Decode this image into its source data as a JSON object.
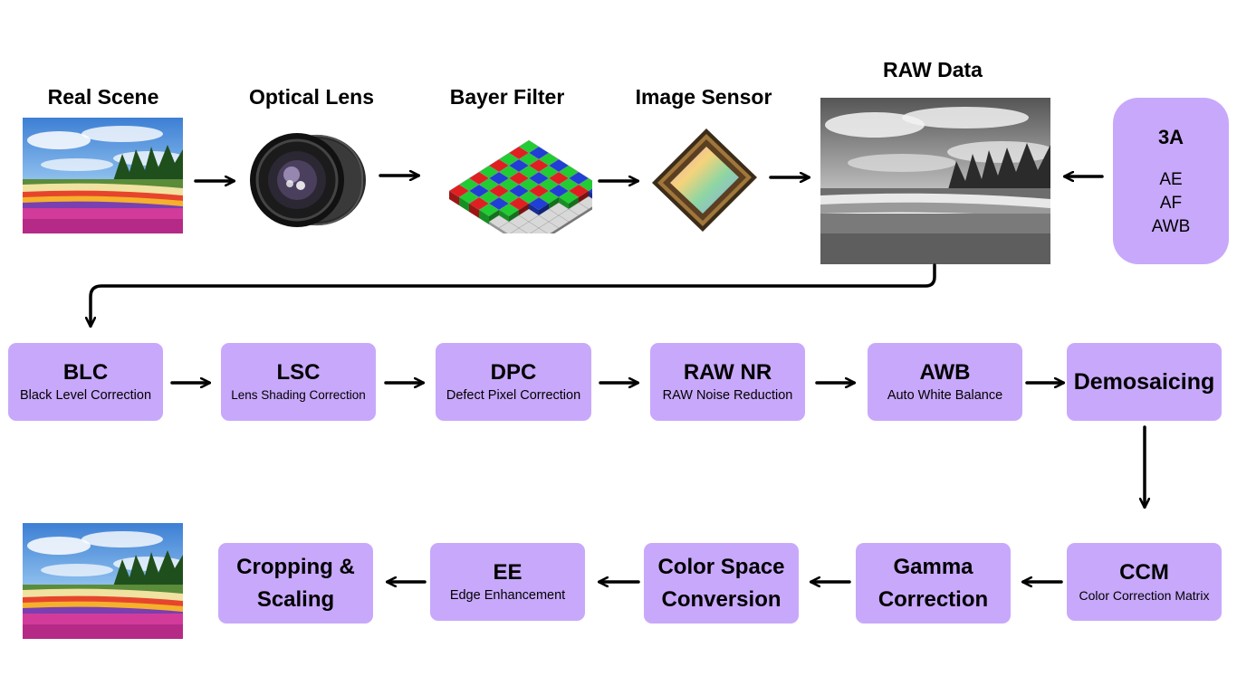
{
  "top_row": {
    "real_scene": "Real Scene",
    "optical_lens": "Optical Lens",
    "bayer_filter": "Bayer Filter",
    "image_sensor": "Image Sensor",
    "raw_data": "RAW Data"
  },
  "three_a": {
    "title": "3A",
    "items": [
      "AE",
      "AF",
      "AWB"
    ]
  },
  "pipeline_row1": [
    {
      "title": "BLC",
      "subtitle": "Black Level Correction"
    },
    {
      "title": "LSC",
      "subtitle": "Lens Shading Correction"
    },
    {
      "title": "DPC",
      "subtitle": "Defect Pixel Correction"
    },
    {
      "title": "RAW NR",
      "subtitle": "RAW Noise Reduction"
    },
    {
      "title": "AWB",
      "subtitle": "Auto White Balance"
    },
    {
      "title": "Demosaicing",
      "subtitle": ""
    }
  ],
  "pipeline_row2": [
    {
      "title": "CCM",
      "subtitle": "Color Correction Matrix"
    },
    {
      "title_lines": [
        "Gamma",
        "Correction"
      ]
    },
    {
      "title_lines": [
        "Color Space",
        "Conversion"
      ]
    },
    {
      "title": "EE",
      "subtitle": "Edge Enhancement"
    },
    {
      "title_lines": [
        "Cropping &",
        "Scaling"
      ]
    }
  ],
  "colors": {
    "box_fill": "#c8a8fb",
    "arrow": "#000000"
  }
}
